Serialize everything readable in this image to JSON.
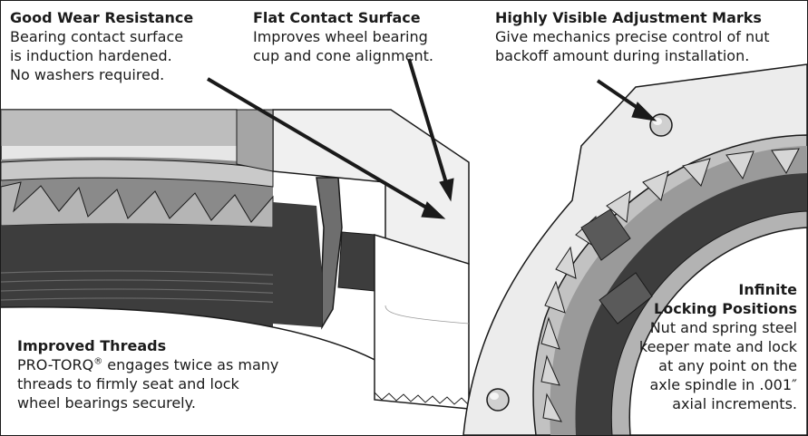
{
  "callouts": {
    "wear": {
      "title": "Good Wear Resistance",
      "body": "Bearing contact surface\nis induction hardened.\nNo washers required."
    },
    "flat": {
      "title": "Flat Contact Surface",
      "body": "Improves wheel bearing\ncup and cone alignment."
    },
    "marks": {
      "title": "Highly Visible Adjustment Marks",
      "body": "Give mechanics precise control of nut\nbackoff amount during installation."
    },
    "locking": {
      "title_line1": "Infinite",
      "title_line2": "Locking Positions",
      "body": "Nut and spring steel\nkeeper mate and lock\nat any point on the\naxle spindle in .001″\naxial increments."
    },
    "threads": {
      "title": "Improved Threads",
      "body_brand": "PRO-TORQ",
      "body_reg": "®",
      "body_rest": " engages twice as many\nthreads to firmly seat and lock\nwheel bearings securely."
    }
  },
  "colors": {
    "steel_dark": "#3d3d3d",
    "steel_mid": "#7a7a7a",
    "steel_light": "#c9c9c9",
    "face_light": "#ececec",
    "outline": "#1a1a1a"
  }
}
